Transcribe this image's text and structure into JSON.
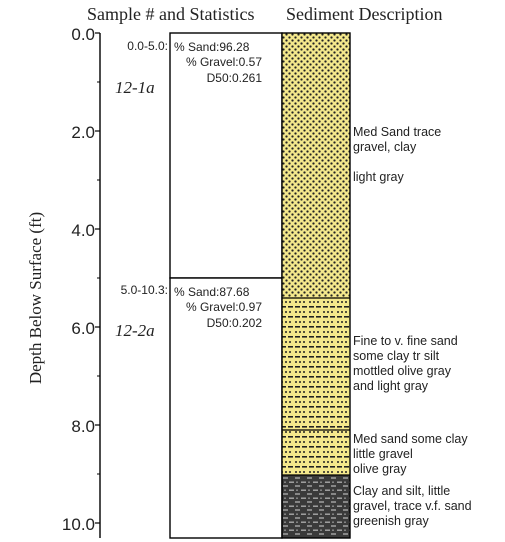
{
  "headers": {
    "samples": "Sample # and Statistics",
    "description": "Sediment Description"
  },
  "axis": {
    "label": "Depth Below Surface (ft)",
    "ticks": [
      "0.0",
      "2.0",
      "4.0",
      "6.0",
      "8.0",
      "10.0"
    ]
  },
  "samples": [
    {
      "interval": "0.0-5.0:",
      "id": "12-1a",
      "sand": "% Sand:96.28",
      "gravel": "% Gravel:0.57",
      "d50": "D50:0.261"
    },
    {
      "interval": "5.0-10.3:",
      "id": "12-2a",
      "sand": "% Sand:87.68",
      "gravel": "% Gravel:0.97",
      "d50": "D50:0.202"
    }
  ],
  "layers": [
    {
      "pattern": "dots",
      "description": "Med Sand trace\ngravel, clay\n\nlight gray"
    },
    {
      "pattern": "dots-dashes",
      "description": "Fine to v. fine sand\nsome clay tr silt\nmottled olive gray\n and light gray"
    },
    {
      "pattern": "dots-dashes",
      "description": "Med sand some clay\nlittle gravel\nolive gray"
    },
    {
      "pattern": "clay-silt",
      "description": "Clay and silt, little\ngravel, trace v.f. sand\ngreenish gray"
    }
  ],
  "colors": {
    "sand_fill": "#f4e88c",
    "clay_fill": "#3a3a3a",
    "line": "#000000"
  }
}
